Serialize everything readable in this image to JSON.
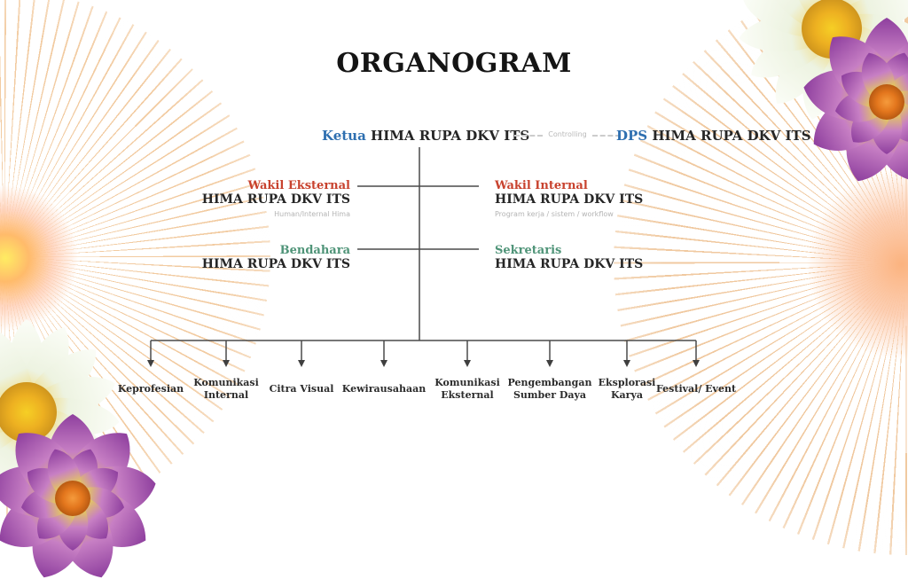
{
  "slide": {
    "title": "ORGANOGRAM"
  },
  "org_chart": {
    "root": {
      "role": "Ketua",
      "org": "HIMA RUPA DKV ITS"
    },
    "relation_label": "Controlling",
    "advisory": {
      "role": "DPS",
      "org": "HIMA RUPA DKV ITS"
    },
    "officers": [
      {
        "role": "Wakil Eksternal",
        "org": "HIMA RUPA DKV ITS",
        "note": "Human/Internal Hima"
      },
      {
        "role": "Wakil Internal",
        "org": "HIMA RUPA DKV ITS",
        "note": "Program kerja / sistem / workflow"
      },
      {
        "role": "Bendahara",
        "org": "HIMA RUPA DKV ITS"
      },
      {
        "role": "Sekretaris",
        "org": "HIMA RUPA DKV ITS"
      }
    ],
    "departments": [
      {
        "label": "Keprofesian"
      },
      {
        "label": "Komunikasi Internal"
      },
      {
        "label": "Citra Visual"
      },
      {
        "label": "Kewirausahaan"
      },
      {
        "label": "Komunikasi Eksternal"
      },
      {
        "label": "Pengembangan Sumber Daya"
      },
      {
        "label": "Eksplorasi Karya"
      },
      {
        "label": "Festival/ Event"
      }
    ]
  },
  "colors": {
    "leader_accent": "#2e6fb0",
    "wakil_accent": "#c8422e",
    "bendahara_sekretaris_accent": "#4f9478",
    "text": "#262626",
    "muted_note": "#b4b4b4",
    "connector": "#4a4a4a",
    "dashed_connector": "#cccccc",
    "sunburst_ray": "#f2cba1"
  }
}
